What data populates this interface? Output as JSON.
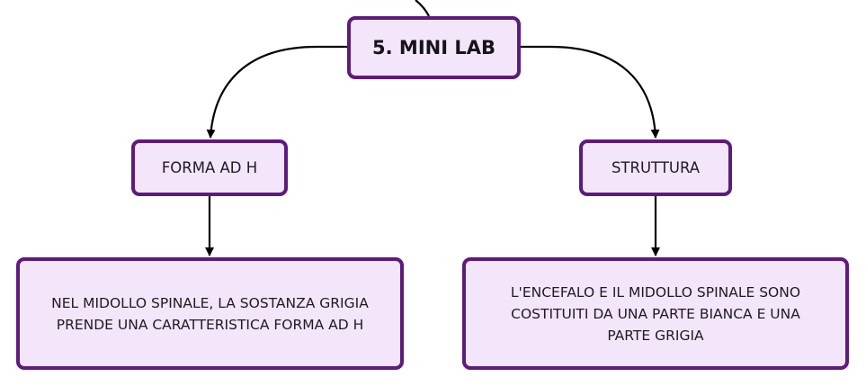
{
  "colors": {
    "node_fill": "#f3e6fb",
    "node_border": "#5f1a7d",
    "connector": "#000000",
    "text": "#1f1a22"
  },
  "diagram": {
    "root": {
      "label": "5. MINI LAB"
    },
    "branches": [
      {
        "label": "FORMA AD H",
        "child": "NEL MIDOLLO SPINALE, LA SOSTANZA GRIGIA PRENDE UNA CARATTERISTICA FORMA AD H"
      },
      {
        "label": "STRUTTURA",
        "child": "L'ENCEFALO E IL MIDOLLO SPINALE SONO COSTITUITI DA UNA PARTE BIANCA E UNA PARTE GRIGIA"
      }
    ]
  }
}
